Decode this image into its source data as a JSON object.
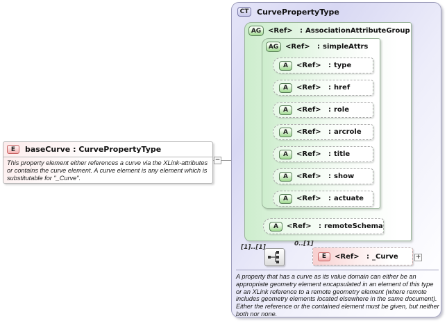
{
  "diagram": {
    "badges": {
      "complex_type": "CT",
      "attribute_group": "AG",
      "attribute": "A",
      "element": "E"
    },
    "ref_label": "<Ref>",
    "colon": ":",
    "icons": {
      "collapse": "−",
      "expand": "+"
    },
    "base_curve": {
      "title": "baseCurve : CurvePropertyType",
      "description": "This property element either references a curve via the XLink-attributes or contains the curve element. A curve element is any element which is substitutable for \"_Curve\"."
    },
    "ct": {
      "title": "CurvePropertyType",
      "attr_group": {
        "name": "AssociationAttributeGroup",
        "simple_attrs": {
          "name": "simpleAttrs",
          "attributes": [
            {
              "name": "type"
            },
            {
              "name": "href"
            },
            {
              "name": "role"
            },
            {
              "name": "arcrole"
            },
            {
              "name": "title"
            },
            {
              "name": "show"
            },
            {
              "name": "actuate"
            }
          ]
        },
        "remote_schema": {
          "name": "remoteSchema"
        }
      },
      "sequence": {
        "cardinality_left": "[1]..[1]",
        "cardinality_right": "0..[1]",
        "element": {
          "name": "_Curve"
        }
      },
      "description": "A property that has a curve as its value domain can either be an appropriate geometry element encapsulated in an element of this type or an XLink reference to a remote geometry element (where remote includes geometry elements located elsewhere in the same document). Either the reference or the contained element must be given, but neither both nor none."
    },
    "colors": {
      "ct_fill": "#d9d9f4",
      "ct_border": "#9c9cba",
      "group_fill": "#cdedcd",
      "group_border": "#9ab49a",
      "attr_fill": "#e7f8e7",
      "attr_border": "#a6a6a6",
      "element_fill": "#f8cfcf",
      "element_border": "#c66060",
      "line": "#9a9a9a"
    }
  }
}
